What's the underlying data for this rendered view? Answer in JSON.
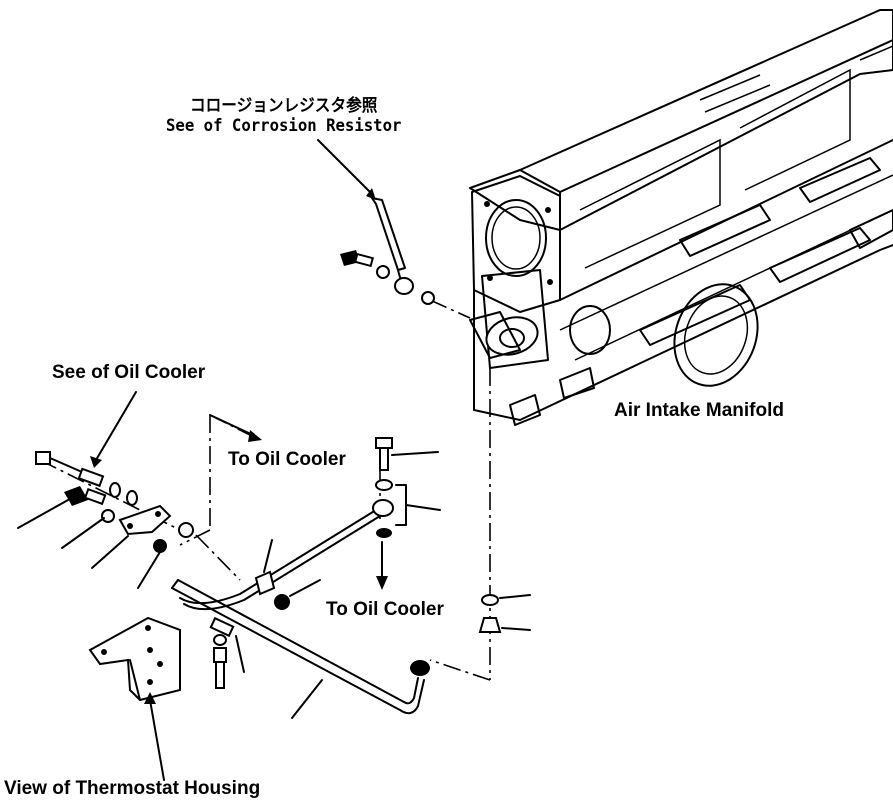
{
  "labels": {
    "corrosion_jp": "コロージョンレジスタ参照",
    "corrosion_en": "See of Corrosion Resistor",
    "oil_cooler_ref": "See of Oil Cooler",
    "to_oil_cooler_upper": "To Oil Cooler",
    "to_oil_cooler_lower": "To Oil Cooler",
    "air_intake_manifold": "Air Intake Manifold",
    "thermostat_view": "View of Thermostat Housing"
  },
  "colors": {
    "line": "#000000",
    "background": "#ffffff"
  }
}
